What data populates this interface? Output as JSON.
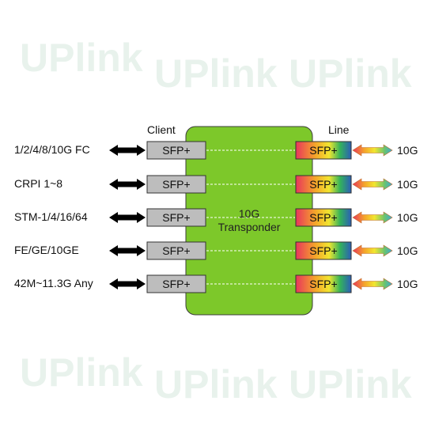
{
  "headers": {
    "client": "Client",
    "line": "Line"
  },
  "center": {
    "line1": "10G",
    "line2": "Transponder"
  },
  "module_label": "SFP+",
  "rows": [
    {
      "client_label": "1/2/4/8/10G FC",
      "line_rate": "10G"
    },
    {
      "client_label": "CRPI 1~8",
      "line_rate": "10G"
    },
    {
      "client_label": "STM-1/4/16/64",
      "line_rate": "10G"
    },
    {
      "client_label": "FE/GE/10GE",
      "line_rate": "10G"
    },
    {
      "client_label": "42M~11.3G Any",
      "line_rate": "10G"
    }
  ],
  "watermark": "UPlink",
  "colors": {
    "board": "#7dc82a",
    "client_module": "#bdbdbd",
    "arrow": "#000000",
    "watermark": "#eaf3ee"
  }
}
